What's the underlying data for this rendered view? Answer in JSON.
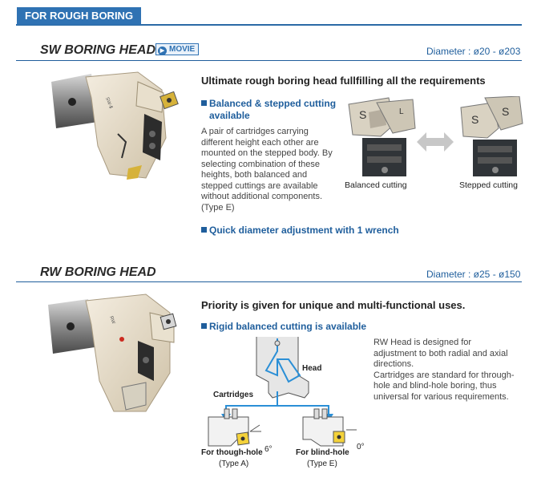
{
  "section": {
    "title": "FOR ROUGH BORING"
  },
  "sw": {
    "title": "SW BORING HEAD",
    "movie_label": "MOVIE",
    "diameter": "Diameter : ø20 - ø203",
    "headline": "Ultimate rough boring head fullfilling all the requirements",
    "feature1": "Balanced & stepped cutting available",
    "feature1_line1": "Balanced & stepped cutting",
    "feature1_line2": "available",
    "desc_lines": [
      "A pair of cartridges carrying",
      "different height each other are",
      "mounted on the stepped body. By",
      "selecting combination of these",
      "heights, both balanced and",
      "stepped cuttings are available",
      "without additional components.",
      "(Type E)"
    ],
    "feature2": "Quick diameter adjustment with 1 wrench",
    "cap_balanced": "Balanced cutting",
    "cap_stepped": "Stepped cutting"
  },
  "rw": {
    "title": "RW BORING HEAD",
    "diameter": "Diameter : ø25 - ø150",
    "headline": "Priority is given for unique and multi-functional uses.",
    "feature1": "Rigid balanced cutting is available",
    "desc_lines": [
      "RW Head is designed for",
      "adjustment to both radial and axial",
      "directions.",
      "Cartridges are standard for through-",
      "hole and blind-hole boring, thus",
      "universal for various requirements."
    ],
    "lbl_head": "Head",
    "lbl_cartridges": "Cartridges",
    "lbl_angle_a": "6°",
    "lbl_angle_e": "0°",
    "lbl_through": "For though-hole",
    "lbl_type_a": "(Type A)",
    "lbl_blind": "For blind-hole",
    "lbl_type_e": "(Type E)"
  },
  "colors": {
    "accent": "#2f72b3",
    "rule": "#1f5e9c",
    "tool": "#e6dcc8",
    "shank": "#9a9a9a",
    "arrow": "#2b8fd6"
  }
}
